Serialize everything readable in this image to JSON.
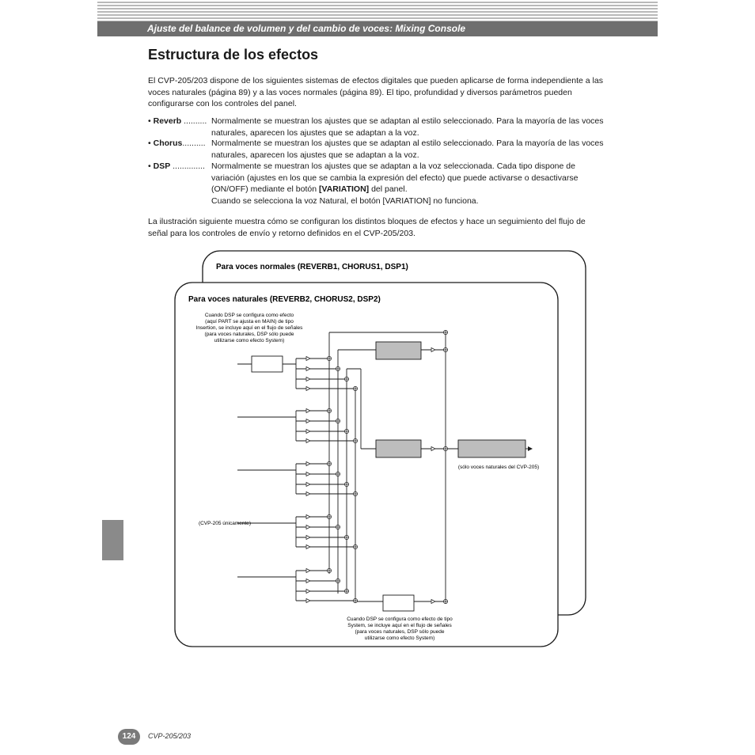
{
  "header": {
    "title": "Ajuste del balance de volumen y del cambio de voces: Mixing Console"
  },
  "section": {
    "title": "Estructura de los efectos"
  },
  "intro": "El CVP-205/203 dispone de los siguientes sistemas de efectos digitales que pueden aplicarse de forma independiente a las voces naturales (página 89) y a las voces normales (página 89). El tipo, profundidad y diversos parámetros pueden configurarse con los controles del panel.",
  "effects": [
    {
      "bullet": "•",
      "name": "Reverb",
      "dots": "..........",
      "desc": "Normalmente se muestran los ajustes que se adaptan al estilo seleccionado. Para la mayoría de las voces naturales, aparecen los ajustes que se adaptan a la voz."
    },
    {
      "bullet": "•",
      "name": "Chorus",
      "dots": "..........",
      "desc": "Normalmente se muestran los ajustes que se adaptan al estilo seleccionado. Para la mayoría de las voces naturales, aparecen los ajustes que se adaptan a la voz."
    },
    {
      "bullet": "•",
      "name": "DSP",
      "dots": "..............",
      "desc_pre": "Normalmente se muestran los ajustes que se adaptan a la voz seleccionada. Cada tipo dispone de variación (ajustes en los que se cambia la expresión del efecto) que puede activarse o desactivarse (ON/OFF) mediante el botón ",
      "desc_bold": "[VARIATION]",
      "desc_post": " del panel.",
      "desc_extra": "Cuando se selecciona la voz Natural, el botón [VARIATION] no funciona."
    }
  ],
  "outro": "La ilustración siguiente muestra cómo se configuran los distintos bloques de efectos y hace un seguimiento del flujo de señal para los controles de envío y retorno definidos en el CVP-205/203.",
  "diagram": {
    "back_panel_title": "Para voces normales (REVERB1, CHORUS1, DSP1)",
    "front_panel_title": "Para voces naturales (REVERB2, CHORUS2, DSP2)",
    "note_insertion": [
      "Cuando DSP se configura como efecto",
      "(aquí PART se ajusta en MAIN) de tipo",
      "Insertion, se incluye aquí en el flujo de señales",
      "(para voces naturales, DSP sólo puede",
      "utilizarse como efecto System)"
    ],
    "note_cvp205_only": "(CVP-205 únicamente)",
    "note_natural_only": "(sólo voces naturales del CVP-205)",
    "note_system": [
      "Cuando DSP se configura como efecto de tipo",
      "System, se incluye aquí en el flujo de señales",
      "(para voces naturales, DSP sólo puede",
      "utilizarse como efecto System)"
    ],
    "block_fill": "#bdbdbd"
  },
  "footer": {
    "page": "124",
    "model": "CVP-205/203"
  }
}
